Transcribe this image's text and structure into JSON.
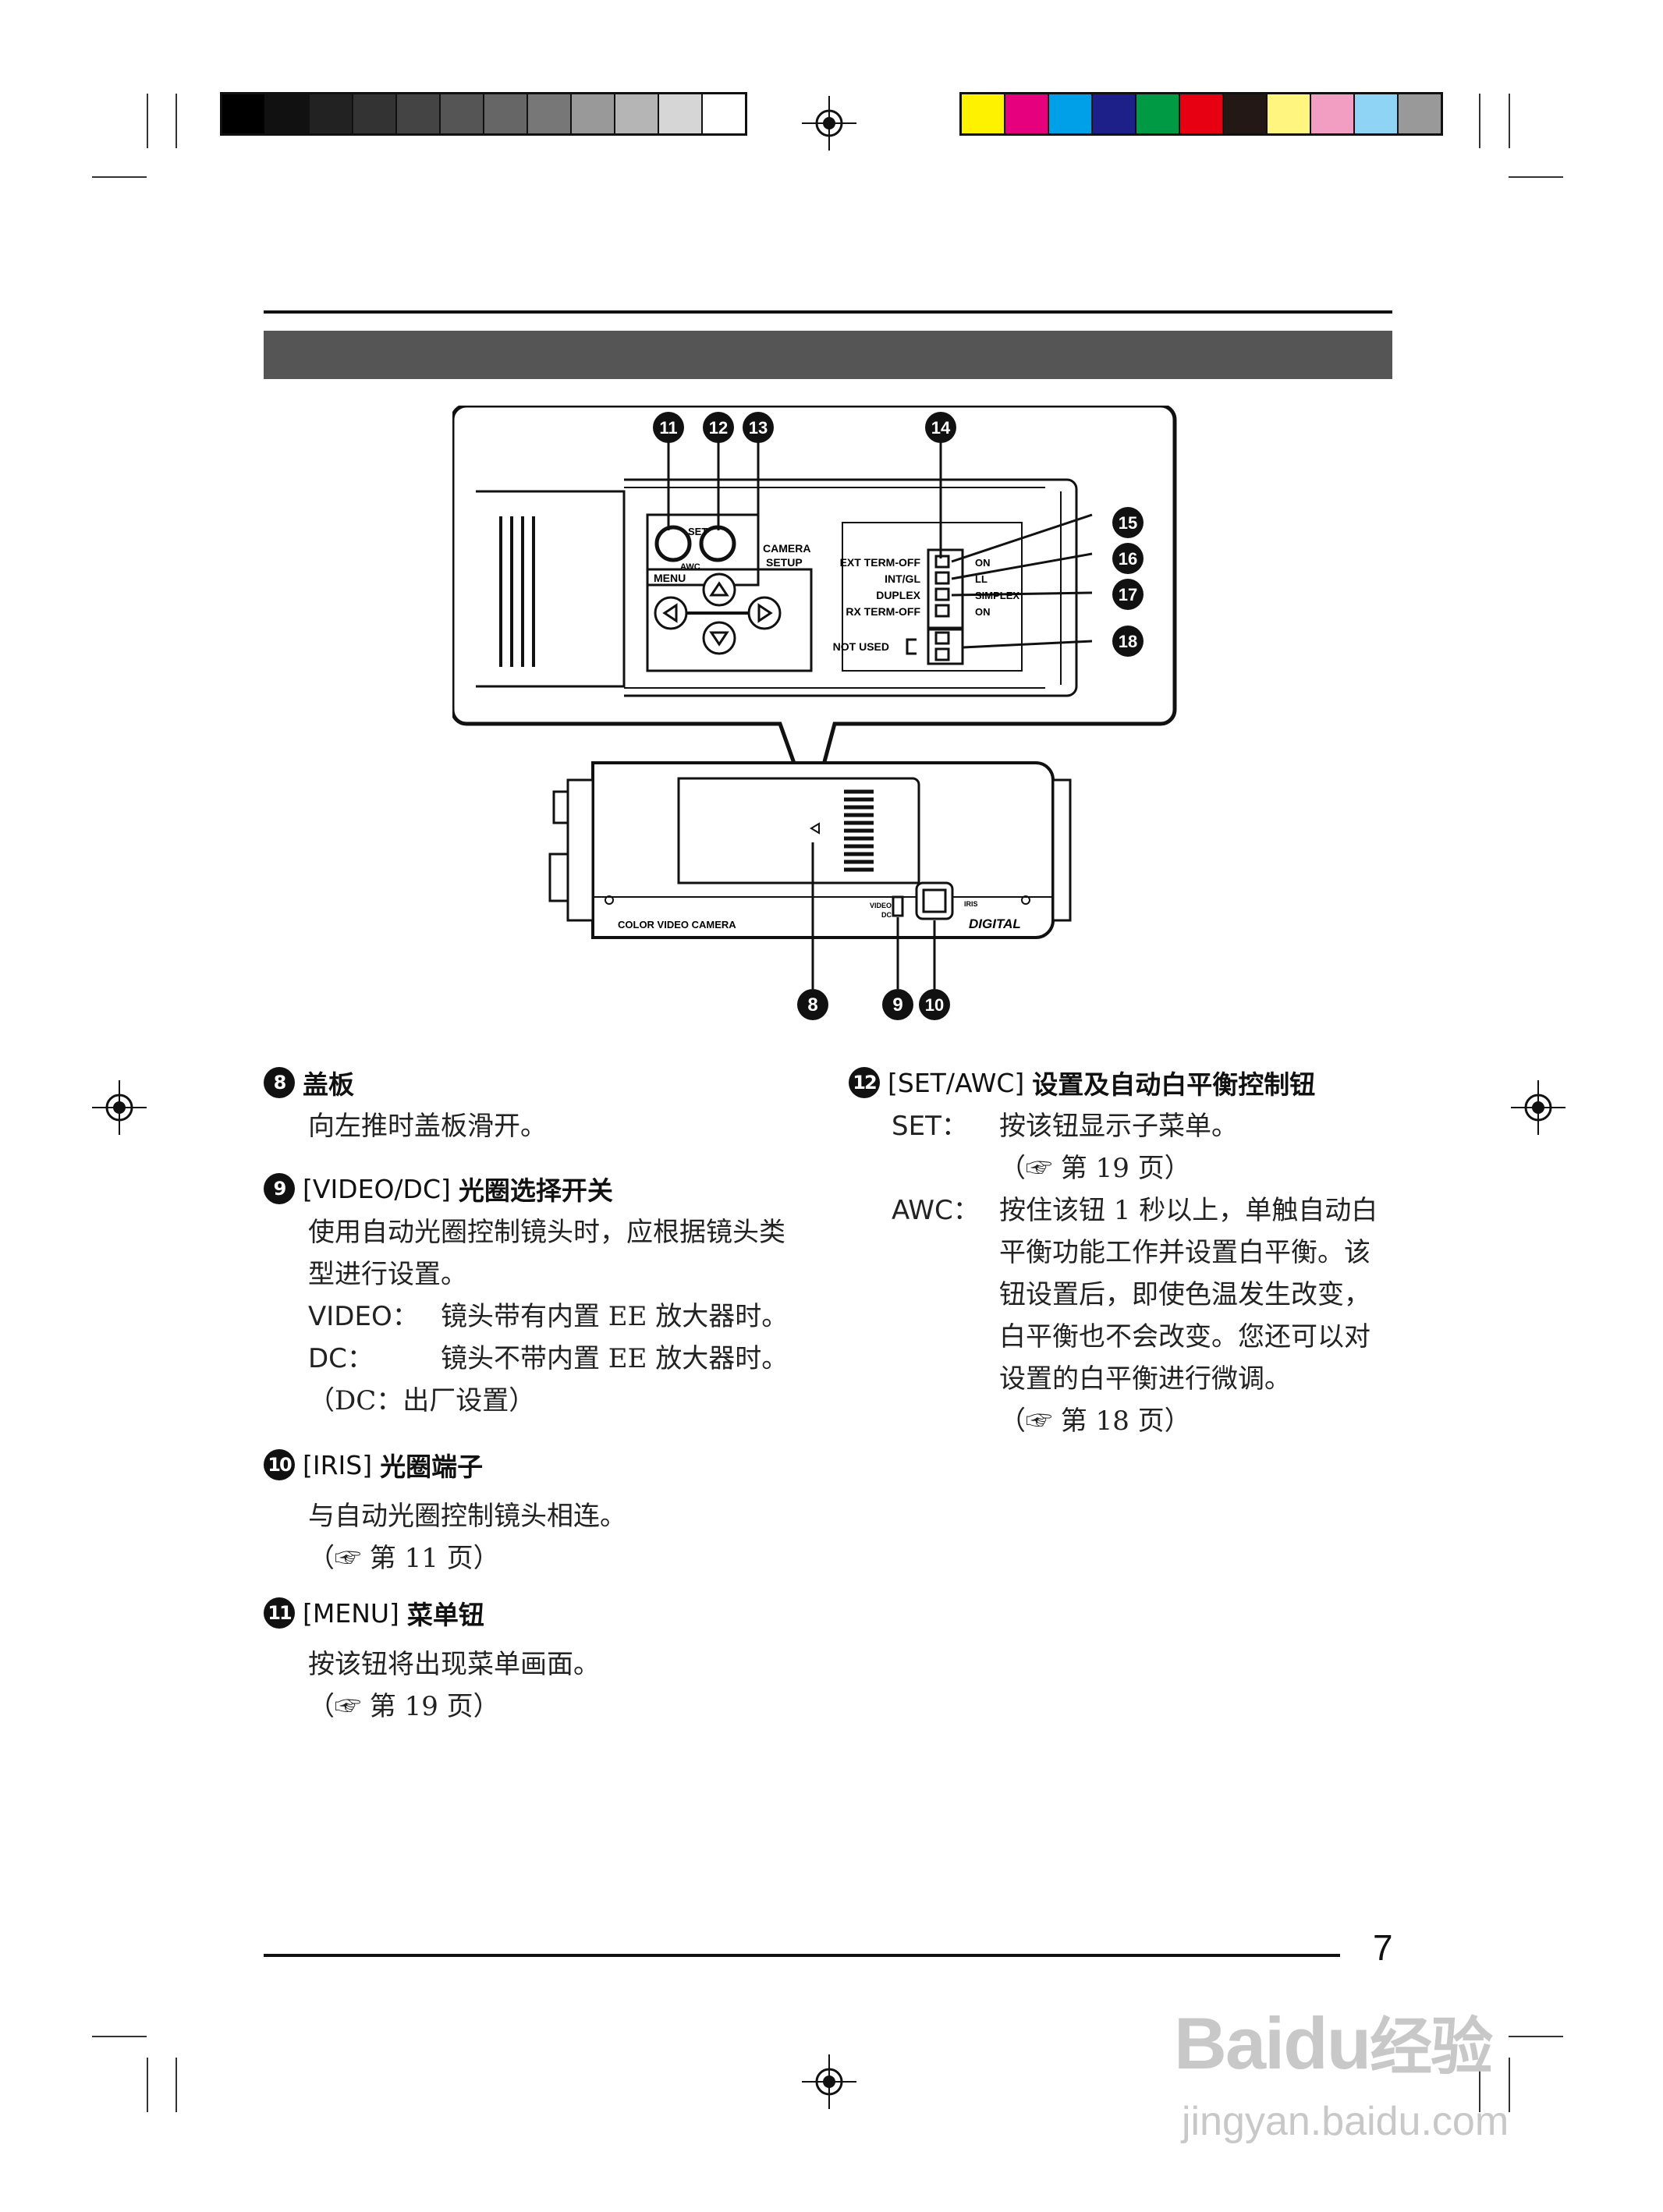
{
  "colors": {
    "gray_swatches": [
      "#000000",
      "#111111",
      "#222222",
      "#333333",
      "#444444",
      "#555555",
      "#666666",
      "#777777",
      "#999999",
      "#b5b5b5",
      "#d6d6d6",
      "#ffffff"
    ],
    "color_swatches": [
      "#fff200",
      "#e6007e",
      "#00a0e9",
      "#1d2088",
      "#009944",
      "#e60012",
      "#231815",
      "#fff57f",
      "#f19ec2",
      "#8fd3f5",
      "#999999"
    ]
  },
  "diagram": {
    "callouts": [
      "11",
      "12",
      "13",
      "14",
      "15",
      "16",
      "17",
      "18",
      "8",
      "9",
      "10"
    ],
    "labels": {
      "set": "SET",
      "awc": "AWC",
      "menu": "MENU",
      "camera_setup_1": "CAMERA",
      "camera_setup_2": "SETUP",
      "ext_term": "EXT TERM-OFF",
      "int_gl": "INT/GL",
      "duplex": "DUPLEX",
      "rx_term": "RX TERM-OFF",
      "not_used": "NOT USED",
      "on1": "ON",
      "ll": "LL",
      "simplex": "SIMPLEX",
      "on2": "ON",
      "video": "VIDEO",
      "dc": "DC",
      "iris": "IRIS",
      "color_video_camera": "COLOR VIDEO CAMERA",
      "digital": "DIGITAL"
    }
  },
  "items": {
    "i8": {
      "num": "8",
      "title": "盖板",
      "lines": [
        "向左推时盖板滑开。"
      ]
    },
    "i9": {
      "num": "9",
      "title_code": "[VIDEO/DC]",
      "title": "光圈选择开关",
      "lines": [
        "使用自动光圈控制镜头时，应根据镜头类",
        "型进行设置。"
      ],
      "video_label": "VIDEO：",
      "video_text": "镜头带有内置 EE 放大器时。",
      "dc_label": "DC：",
      "dc_text": "镜头不带内置 EE 放大器时。",
      "note": "（DC：出厂设置）"
    },
    "i10": {
      "num": "10",
      "title_code": "[IRIS]",
      "title": "光圈端子",
      "line": "与自动光圈控制镜头相连。",
      "ref": "（☞ 第 11 页）"
    },
    "i11": {
      "num": "11",
      "title_code": "[MENU]",
      "title": "菜单钮",
      "line": "按该钮将出现菜单画面。",
      "ref": "（☞ 第 19 页）"
    },
    "i12": {
      "num": "12",
      "title_code": "[SET/AWC]",
      "title": "设置及自动白平衡控制钮",
      "set_label": "SET：",
      "set_text": "按该钮显示子菜单。",
      "set_ref": "（☞ 第 19 页）",
      "awc_label": "AWC：",
      "awc_lines": [
        "按住该钮 1 秒以上，单触自动白",
        "平衡功能工作并设置白平衡。该",
        "钮设置后，即使色温发生改变，",
        "白平衡也不会改变。您还可以对",
        "设置的白平衡进行微调。"
      ],
      "awc_ref": "（☞ 第 18 页）"
    }
  },
  "page_number": "7",
  "watermark": {
    "brand": "Baidu",
    "jing": "经验",
    "url": "jingyan.baidu.com"
  }
}
